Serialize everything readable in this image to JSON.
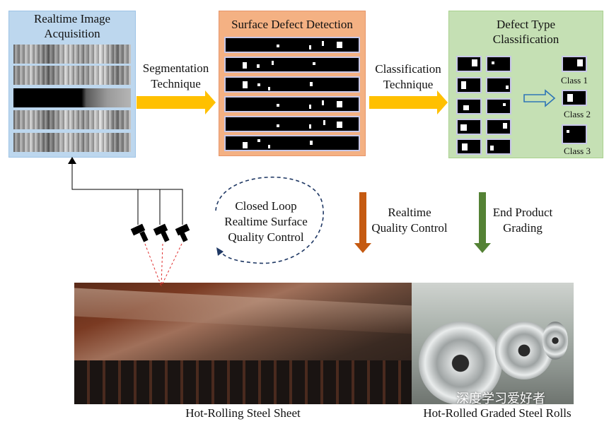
{
  "boxes": {
    "acquisition_title": "Realtime Image\nAcquisition",
    "detection_title": "Surface Defect Detection",
    "classification_title": "Defect  Type\nClassification"
  },
  "arrows": {
    "segmentation_label": "Segmentation\nTechnique",
    "classification_label": "Classification\nTechnique",
    "closed_loop_label": "Closed Loop\nRealtime Surface\nQuality Control",
    "realtime_qc_label": "Realtime\nQuality Control",
    "grading_label": "End Product\nGrading"
  },
  "classes": [
    "Class 1",
    "Class 2",
    "Class 3"
  ],
  "captions": {
    "left": "Hot-Rolling Steel Sheet",
    "right": "Hot-Rolled Graded Steel Rolls"
  },
  "watermark": "深度学习爱好者",
  "colors": {
    "acquisition_bg": "#bdd7ee",
    "detection_bg": "#f4b183",
    "classification_bg": "#c5e0b4",
    "horizontal_arrow": "#ffc000",
    "realtime_arrow": "#c55a11",
    "grading_arrow": "#548235",
    "loop_dash": "#1f3864"
  }
}
